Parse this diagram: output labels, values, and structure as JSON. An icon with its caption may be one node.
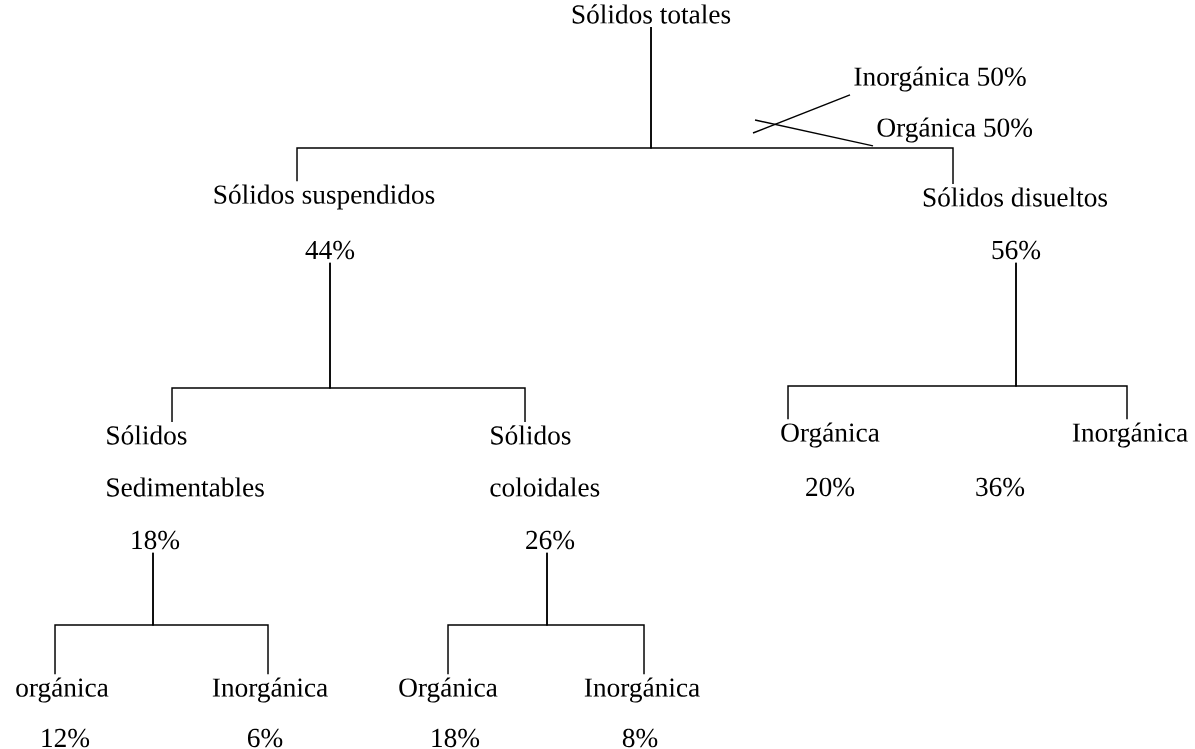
{
  "diagram": {
    "nodes": [
      {
        "text": [
          "Sólidos totales"
        ]
      },
      {
        "text": [
          "Inorgánica 50%"
        ]
      },
      {
        "text": [
          "Orgánica 50%"
        ]
      },
      {
        "text": [
          "Sólidos suspendidos",
          "44%"
        ]
      },
      {
        "text": [
          "Sólidos disueltos",
          "56%"
        ]
      },
      {
        "text": [
          "Sólidos Sedimentables",
          "18%"
        ]
      },
      {
        "text": [
          "Sólidos coloidales",
          "26%"
        ]
      },
      {
        "text": [
          "Orgánica",
          "20%"
        ]
      },
      {
        "text": [
          "Inorgánica",
          "36%"
        ]
      },
      {
        "text": [
          "orgánica",
          "12%"
        ]
      },
      {
        "text": [
          "Inorgánica",
          "6%"
        ]
      },
      {
        "text": [
          "Orgánica",
          "18%"
        ]
      },
      {
        "text": [
          "Inorgánica",
          "8%"
        ]
      }
    ],
    "edges": [
      {
        "from": null,
        "to": 1,
        "arrow": "none"
      },
      {
        "from": null,
        "to": 2,
        "arrow": "none"
      },
      {
        "from": 0,
        "to": 3,
        "arrow": "none"
      },
      {
        "from": 0,
        "to": 4,
        "arrow": "none"
      },
      {
        "from": 3,
        "to": 5,
        "arrow": "none"
      },
      {
        "from": 3,
        "to": 6,
        "arrow": "none"
      },
      {
        "from": 4,
        "to": 7,
        "arrow": "none"
      },
      {
        "from": 4,
        "to": 8,
        "arrow": "none"
      },
      {
        "from": 5,
        "to": 9,
        "arrow": "none"
      },
      {
        "from": 5,
        "to": 10,
        "arrow": "none"
      },
      {
        "from": 6,
        "to": 11,
        "arrow": "none"
      },
      {
        "from": 6,
        "to": 12,
        "arrow": "none"
      }
    ]
  }
}
